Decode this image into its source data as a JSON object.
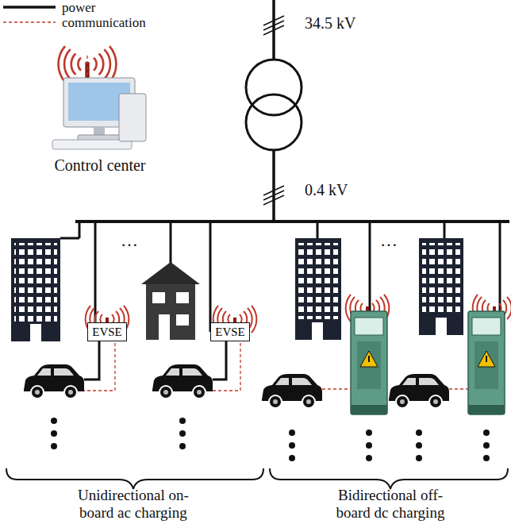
{
  "diagram": {
    "nodes": [
      {
        "text": [
          "EVSE"
        ]
      },
      {
        "text": [
          "EVSE"
        ]
      }
    ],
    "labels": [
      "34.5 kV",
      "0.4 kV",
      "Control center",
      "…",
      "…",
      "Unidirectional on-board ac charging",
      "Bidirectional off-board dc charging"
    ],
    "legend": [
      {
        "text": "power"
      },
      {
        "text": "communication"
      }
    ]
  }
}
